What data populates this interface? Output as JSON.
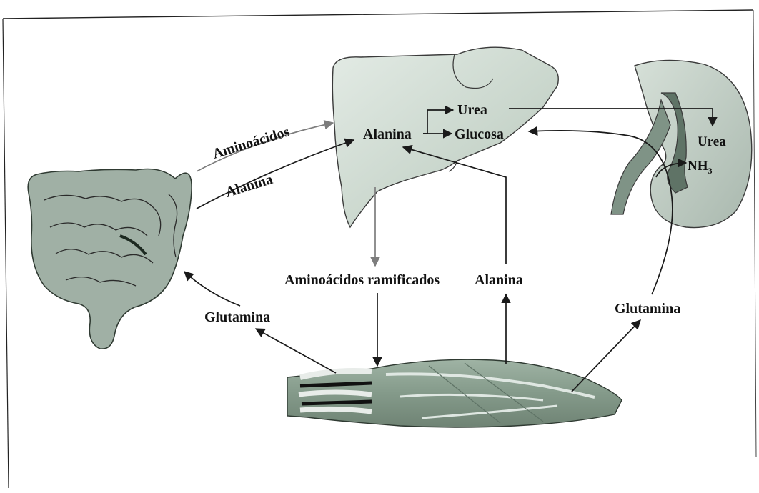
{
  "labels": {
    "aminoacidos_top": "Aminoácidos",
    "alanina_gut": "Alanina",
    "alanina_liver": "Alanina",
    "urea_liver": "Urea",
    "glucosa": "Glucosa",
    "urea_kidney": "Urea",
    "nh3_main": "NH",
    "nh3_sub": "3",
    "aminoacidos_ramificados": "Aminoácidos ramificados",
    "alanina_muscle": "Alanina",
    "glutamina_left": "Glutamina",
    "glutamina_right": "Glutamina"
  },
  "organs": [
    "intestine",
    "liver",
    "kidney",
    "muscle"
  ],
  "colors": {
    "organ_fill": "#a9b8ae",
    "organ_light": "#cfd9d1",
    "organ_dark": "#6f8374",
    "arrow": "#1a1a1a",
    "arrow_gray": "#7d7d7d"
  }
}
